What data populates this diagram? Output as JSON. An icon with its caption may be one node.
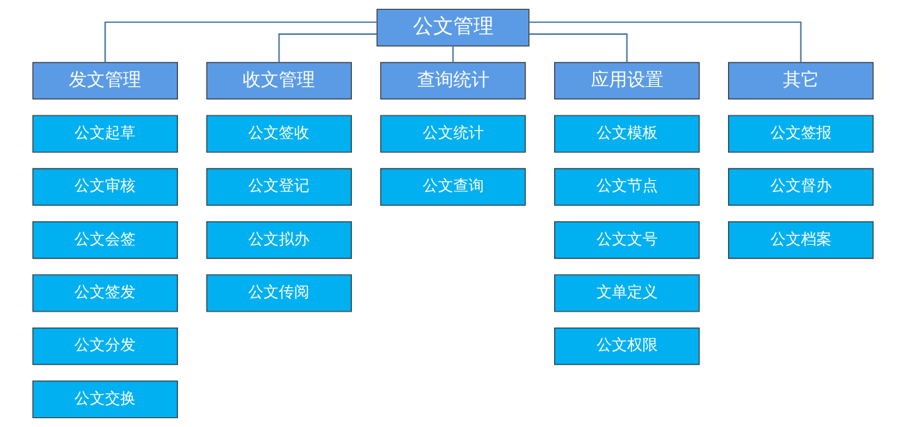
{
  "diagram": {
    "nodes": [
      {
        "text": [
          "公文管理"
        ]
      },
      {
        "text": [
          "发文管理"
        ]
      },
      {
        "text": [
          "收文管理"
        ]
      },
      {
        "text": [
          "查询统计"
        ]
      },
      {
        "text": [
          "应用设置"
        ]
      },
      {
        "text": [
          "其它"
        ]
      },
      {
        "text": [
          "公文起草"
        ]
      },
      {
        "text": [
          "公文审核"
        ]
      },
      {
        "text": [
          "公文会签"
        ]
      },
      {
        "text": [
          "公文签发"
        ]
      },
      {
        "text": [
          "公文分发"
        ]
      },
      {
        "text": [
          "公文交换"
        ]
      },
      {
        "text": [
          "公文签收"
        ]
      },
      {
        "text": [
          "公文登记"
        ]
      },
      {
        "text": [
          "公文拟办"
        ]
      },
      {
        "text": [
          "公文传阅"
        ]
      },
      {
        "text": [
          "公文统计"
        ]
      },
      {
        "text": [
          "公文查询"
        ]
      },
      {
        "text": [
          "公文模板"
        ]
      },
      {
        "text": [
          "公文节点"
        ]
      },
      {
        "text": [
          "公文文号"
        ]
      },
      {
        "text": [
          "文单定义"
        ]
      },
      {
        "text": [
          "公文权限"
        ]
      },
      {
        "text": [
          "公文签报"
        ]
      },
      {
        "text": [
          "公文督办"
        ]
      },
      {
        "text": [
          "公文档案"
        ]
      }
    ],
    "edges": [
      {
        "from": 0,
        "to": 1,
        "arrow": "none"
      },
      {
        "from": 0,
        "to": 2,
        "arrow": "none"
      },
      {
        "from": 0,
        "to": 3,
        "arrow": "none"
      },
      {
        "from": 0,
        "to": 4,
        "arrow": "none"
      },
      {
        "from": 0,
        "to": 5,
        "arrow": "none"
      }
    ]
  }
}
